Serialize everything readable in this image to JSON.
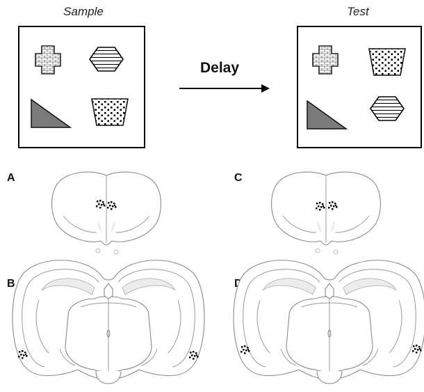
{
  "sample_label": "Sample",
  "test_label": "Test",
  "delay_label": "Delay",
  "panel_letters": {
    "a": "A",
    "b": "B",
    "c": "C",
    "d": "D"
  },
  "sample_objects": [
    "brick-cross",
    "striped-hexagon",
    "gray-triangle",
    "dotted-trapezoid"
  ],
  "test_objects": [
    "brick-cross",
    "dotted-trapezoid",
    "gray-triangle",
    "striped-hexagon"
  ],
  "colors": {
    "triangle_fill": "#7a7a7a",
    "lesion_marks": "#000000",
    "brain_outline": "#8a8a8a",
    "box_border": "#000000"
  }
}
